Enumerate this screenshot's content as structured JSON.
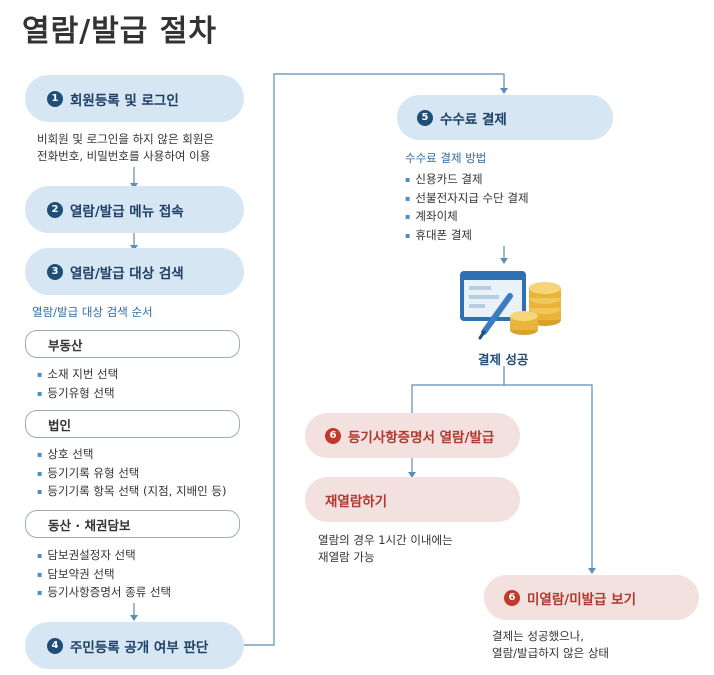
{
  "title": "열람/발급 절차",
  "steps": {
    "s1": {
      "num": "1",
      "label": "회원등록 및 로그인"
    },
    "s1_desc": [
      "비회원 및 로그인을 하지 않은 회원은",
      "전화번호, 비밀번호를 사용하여 이용"
    ],
    "s2": {
      "num": "2",
      "label": "열람/발급 메뉴 접속"
    },
    "s3": {
      "num": "3",
      "label": "열람/발급 대상 검색"
    },
    "s3_sub": "열람/발급 대상 검색 순서",
    "categories": [
      {
        "label": "부동산",
        "items": [
          "소재 지번 선택",
          "등기유형 선택"
        ]
      },
      {
        "label": "법인",
        "items": [
          "상호 선택",
          "등기기록 유형 선택",
          "등기기록 항목 선택 (지점, 지배인 등)"
        ]
      },
      {
        "label": "동산 · 채권담보",
        "items": [
          "담보권설정자 선택",
          "담보약권 선택",
          "등기사항증명서 종류 선택"
        ]
      }
    ],
    "s4": {
      "num": "4",
      "label": "주민등록 공개 여부 판단"
    },
    "s5": {
      "num": "5",
      "label": "수수료 결제"
    },
    "s5_sub": "수수료 결제 방법",
    "pay_methods": [
      "신용카드 결제",
      "선불전자지급 수단 결제",
      "계좌이체",
      "휴대폰 결제"
    ],
    "success": "결제 성공",
    "s6a": {
      "num": "6",
      "label": "등기사항증명서 열람/발급"
    },
    "reread": "재열람하기",
    "reread_desc": [
      "열람의 경우 1시간 이내에는",
      "재열람 가능"
    ],
    "s6b": {
      "num": "6",
      "label": "미열람/미발급 보기"
    },
    "s6b_desc": [
      "결제는 성공했으나,",
      "열람/발급하지 않은 상태"
    ]
  },
  "colors": {
    "blue_pill": "#d6e6f3",
    "pink_pill": "#f3e1e0",
    "num_blue": "#1f4e79",
    "num_red": "#c0392b",
    "arrow": "#5b8db8"
  }
}
